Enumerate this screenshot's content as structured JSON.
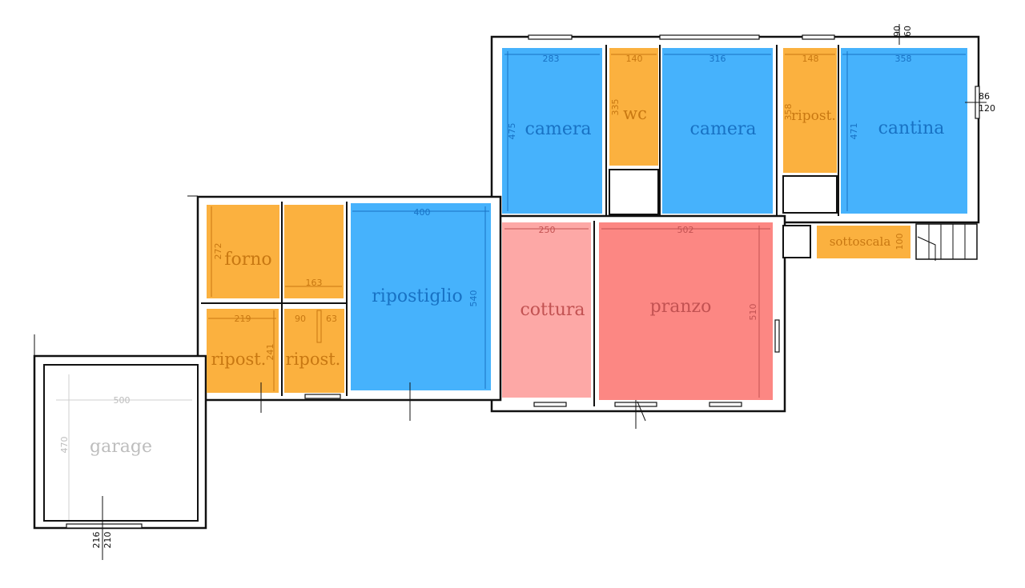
{
  "colors": {
    "blue": "#46b2fc",
    "blue_text": "#1872c4",
    "orange": "#fbb13f",
    "orange_text": "#c87812",
    "salmon": "#fda8a6",
    "red": "#fc8783",
    "red_text": "#c25252",
    "garage_text": "#bdbdbd"
  },
  "rooms": {
    "camera_1": {
      "label": "camera",
      "dim_w": "283",
      "dim_h": "475"
    },
    "wc": {
      "label": "wc",
      "dim_w": "140",
      "dim_h": "335"
    },
    "camera_2": {
      "label": "camera",
      "dim_w": "316"
    },
    "ripost_top": {
      "label": "ripost.",
      "dim_w": "148",
      "dim_h": "358"
    },
    "cantina": {
      "label": "cantina",
      "dim_w": "358",
      "dim_h": "471"
    },
    "forno": {
      "label": "forno",
      "dim_h": "272"
    },
    "store_upper": {
      "dim_w": "163"
    },
    "ripostiglio": {
      "label": "ripostiglio",
      "dim_w": "400",
      "dim_h": "540"
    },
    "cottura": {
      "label": "cottura",
      "dim_w": "250"
    },
    "pranzo": {
      "label": "pranzo",
      "dim_w": "502",
      "dim_h": "510"
    },
    "sottoscala": {
      "label": "sottoscala",
      "dim_h": "100"
    },
    "ripost_left": {
      "label": "ripost.",
      "dim_w": "219",
      "dim_h": "241"
    },
    "ripost_mid": {
      "label": "ripost.",
      "dim_w": "90",
      "dim_w2": "63"
    },
    "garage": {
      "label": "garage",
      "dim_w": "500",
      "dim_h": "470"
    }
  },
  "window_dims": {
    "top_right_a": "90",
    "top_right_b": "60",
    "right_a": "86",
    "right_b": "120",
    "bottom_a": "216",
    "bottom_b": "210"
  }
}
